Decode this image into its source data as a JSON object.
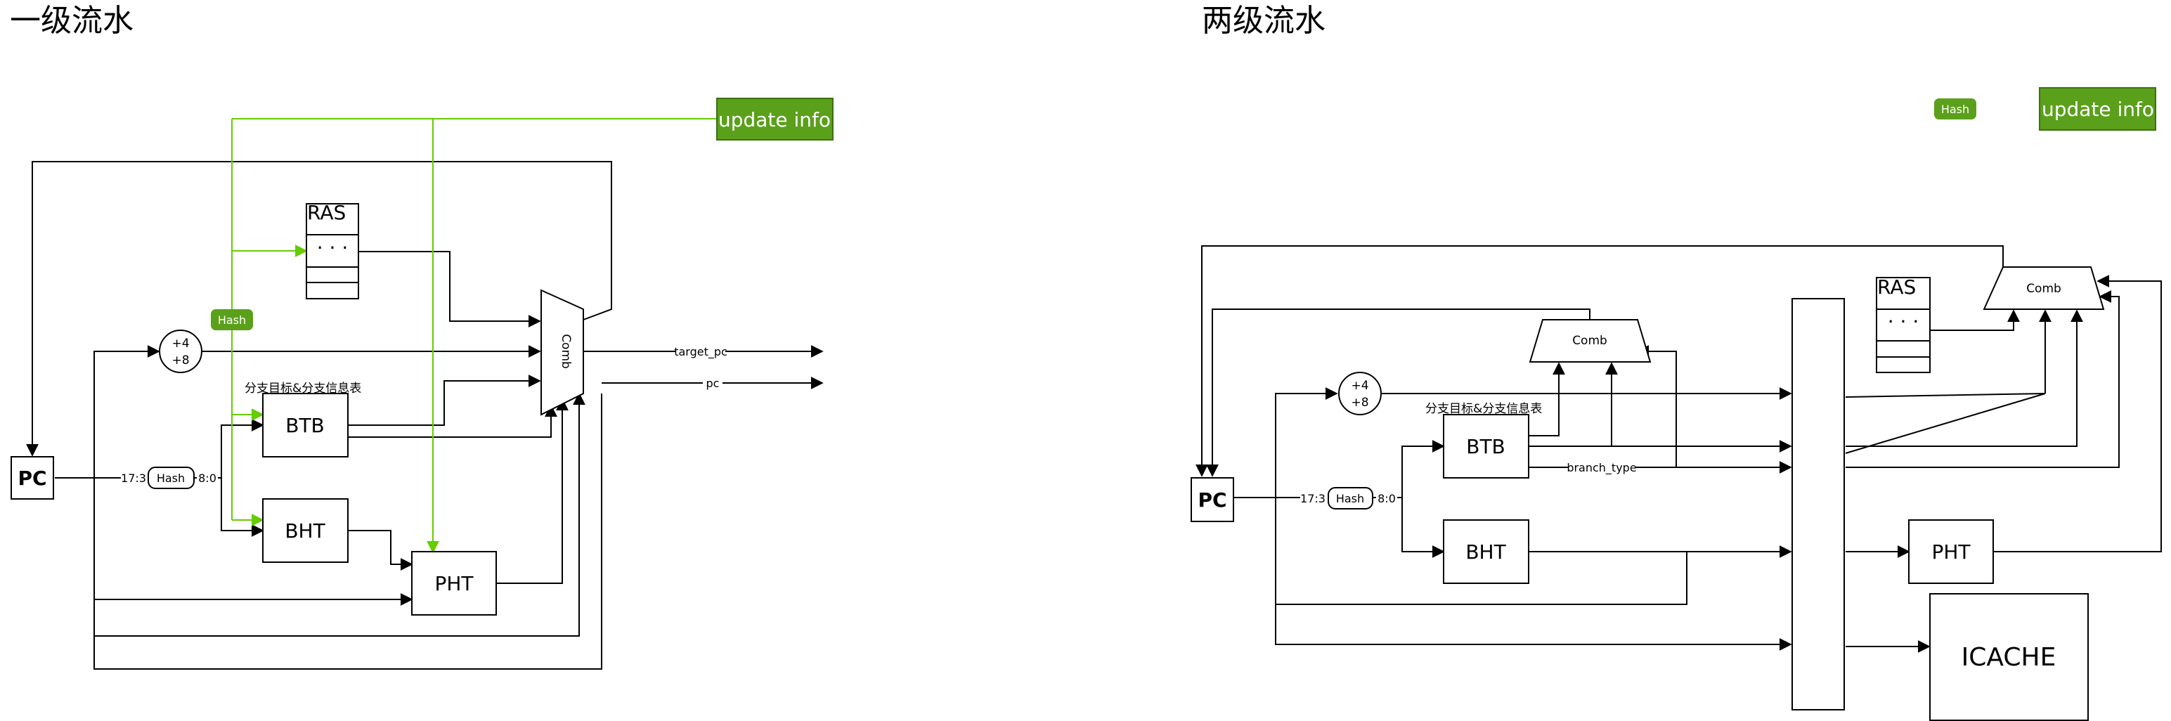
{
  "left": {
    "title": "一级流水",
    "update_info": "update info",
    "hash_badge": "Hash",
    "ras": {
      "label": "RAS",
      "dots": "· · ·"
    },
    "adder": {
      "line1": "+4",
      "line2": "+8"
    },
    "table_caption": "分支目标&分支信息表",
    "btb": "BTB",
    "bht": "BHT",
    "pht": "PHT",
    "pc": "PC",
    "hash": "Hash",
    "bits_in": "17:3",
    "bits_out": "8:0",
    "comb": "Comb",
    "out_target_pc": "target_pc",
    "out_pc": "pc"
  },
  "right": {
    "title": "两级流水",
    "hash_badge": "Hash",
    "update_info": "update info",
    "comb_top": "Comb",
    "comb_mid": "Comb",
    "ras": {
      "label": "RAS",
      "dots": "· · ·"
    },
    "adder": {
      "line1": "+4",
      "line2": "+8"
    },
    "table_caption": "分支目标&分支信息表",
    "btb": "BTB",
    "bht": "BHT",
    "pht": "PHT",
    "pc": "PC",
    "hash": "Hash",
    "bits_in": "17:3",
    "bits_out": "8:0",
    "branch_type": "branch_type",
    "icache": "ICACHE"
  },
  "colors": {
    "green": "#5aa01a",
    "green_line": "#66cc00",
    "black": "#000000"
  }
}
